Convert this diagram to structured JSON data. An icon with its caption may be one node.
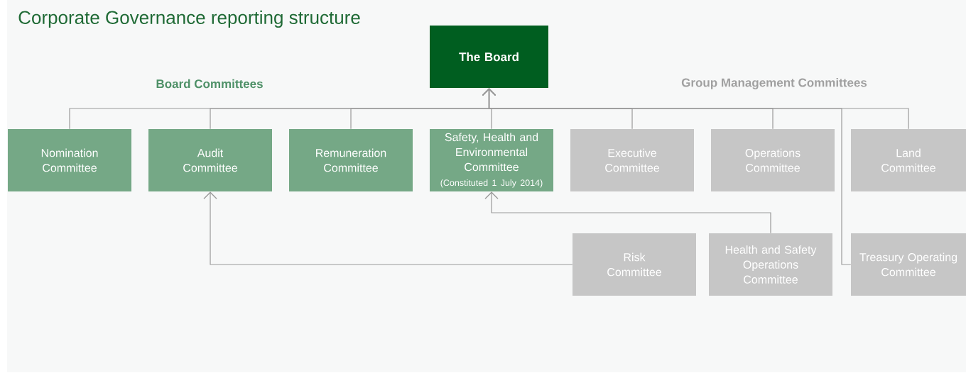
{
  "diagram": {
    "title": "Corporate Governance reporting structure",
    "nodes": [
      {
        "text": [
          "The Board"
        ]
      },
      {
        "text": [
          "Nomination Committee"
        ]
      },
      {
        "text": [
          "Audit Committee"
        ]
      },
      {
        "text": [
          "Remuneration Committee"
        ]
      },
      {
        "text": [
          "Safety, Health and Environmental Committee",
          "(Constituted 1 July 2014)"
        ]
      },
      {
        "text": [
          "Executive Committee"
        ]
      },
      {
        "text": [
          "Operations Committee"
        ]
      },
      {
        "text": [
          "Land Committee"
        ]
      },
      {
        "text": [
          "Risk Committee"
        ]
      },
      {
        "text": [
          "Health and Safety Operations Committee"
        ]
      },
      {
        "text": [
          "Treasury Operating Committee"
        ]
      }
    ],
    "edges": [
      {
        "from": 1,
        "to": 0,
        "arrow": "to"
      },
      {
        "from": 2,
        "to": 0,
        "arrow": "to"
      },
      {
        "from": 3,
        "to": 0,
        "arrow": "to"
      },
      {
        "from": 4,
        "to": 0,
        "arrow": "to"
      },
      {
        "from": 5,
        "to": 0,
        "arrow": "to"
      },
      {
        "from": 6,
        "to": 0,
        "arrow": "to"
      },
      {
        "from": 7,
        "to": 0,
        "arrow": "to"
      },
      {
        "from": 10,
        "to": 0,
        "arrow": "to"
      },
      {
        "from": 8,
        "to": 2,
        "arrow": "to"
      },
      {
        "from": 9,
        "to": 4,
        "arrow": "to"
      }
    ],
    "labels": [
      "Board Committees",
      "Group Management Committees"
    ]
  }
}
